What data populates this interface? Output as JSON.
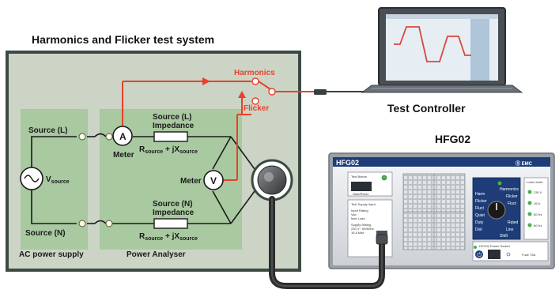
{
  "diagram": {
    "system_title": "Harmonics and Flicker test system",
    "test_controller": "Test Controller",
    "device_title": "HFG02",
    "ac_supply": {
      "section": "AC power supply",
      "source_l": "Source (L)",
      "source_n": "Source (N)",
      "vsource": "V",
      "vsource_sub": "source"
    },
    "analyser": {
      "section": "Power Analyser",
      "imp_l_1": "Source (L)",
      "imp_l_2": "Impedance",
      "imp_n_1": "Source (N)",
      "imp_n_2": "Impedance",
      "r": "R",
      "r_sub": "source",
      "plus_jx": " + jX",
      "x_sub": "source",
      "ammeter_symbol": "A",
      "meter_a": "Meter",
      "voltmeter_symbol": "V",
      "meter_v": "Meter"
    },
    "outputs": {
      "harmonics": "Harmonics",
      "flicker": "Flicker"
    }
  },
  "device": {
    "name": "HFG02",
    "brand": "Ⓢ EMC",
    "panel": {
      "test_button": "Test Button",
      "start_reset": "Start/Reset",
      "test_supply_input": "Test Supply Input",
      "rating_lines": [
        "Input Rating",
        "Vac",
        "Max Load"
      ],
      "supply_lines": [
        "Supply Rating",
        "230 V~ 50/60Hz",
        "16 A Max"
      ],
      "mode_left": [
        "Harm",
        "Flicker",
        "Fluct",
        "Quiet",
        "Duty",
        "Dist"
      ],
      "mode_right": [
        "Harmonics",
        "Flicker",
        "Fluct",
        "Rated",
        "Line",
        "Shift"
      ],
      "limits_title": "Load Limits",
      "limits": [
        "230 V",
        "16 A",
        "50 Hz",
        "60 Hz"
      ],
      "power_socket": "HFG02 Power Socket",
      "fuse": "Fuse T5A"
    }
  },
  "colors": {
    "signal": "#e8412c",
    "box_border": "#3c4a43",
    "box_fill": "#ccd4c6",
    "panel_fill": "#a9c9a0",
    "cable": "#2d2d2d",
    "device_blue": "#1e3d78"
  }
}
